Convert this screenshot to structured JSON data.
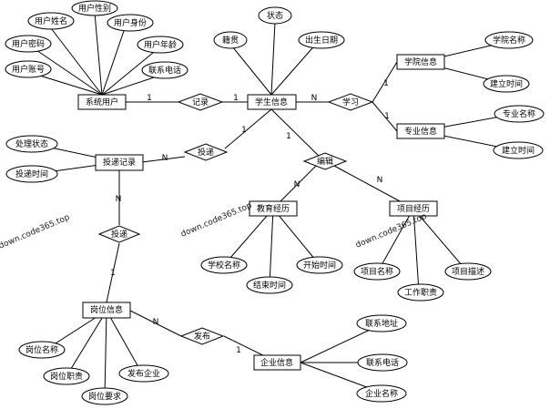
{
  "entities": {
    "system_user": "系统用户",
    "student_info": "学生信息",
    "college_info": "学院信息",
    "major_info": "专业信息",
    "delivery_record": "投递记录",
    "education": "教育经历",
    "project": "项目经历",
    "job_info": "岗位信息",
    "company_info": "企业信息"
  },
  "relationships": {
    "record": "记录",
    "study": "学习",
    "deliver_top": "投递",
    "edit": "编辑",
    "deliver_mid": "投递",
    "publish": "发布"
  },
  "attributes": {
    "user_name": "用户姓名",
    "user_gender": "用户性别",
    "user_identity": "用户身份",
    "user_password": "用户密码",
    "user_age": "用户年龄",
    "user_account": "用户账号",
    "contact_phone_user": "联系电话",
    "status": "状态",
    "native_place": "籍贯",
    "birth_date": "出生日期",
    "college_name": "学院名称",
    "college_created": "建立时间",
    "major_name": "专业名称",
    "major_created": "建立时间",
    "process_status": "处理状态",
    "delivery_time": "投递时间",
    "school_name": "学校名称",
    "start_time": "开始时间",
    "end_time": "结束时间",
    "project_name": "项目名称",
    "project_desc": "项目描述",
    "job_duty": "工作职责",
    "job_name": "岗位名称",
    "job_resp": "岗位职责",
    "job_req": "岗位要求",
    "publishing_company": "发布企业",
    "contact_address": "联系地址",
    "contact_phone_company": "联系电话",
    "company_name": "企业名称"
  },
  "cardinalities": {
    "user_record": "1",
    "record_student": "1",
    "student_study": "N",
    "study_college": "1",
    "study_major": "1",
    "delivery_deliver": "N",
    "deliver_student": "1",
    "student_edit": "1",
    "edit_education": "N",
    "edit_project": "N",
    "delivery_mid": "N",
    "mid_job": "1",
    "job_publish": "N",
    "publish_company": "1"
  },
  "watermark": {
    "left": "down.code365.top",
    "middle": "down.code365.top",
    "right": "down.code365.top"
  }
}
